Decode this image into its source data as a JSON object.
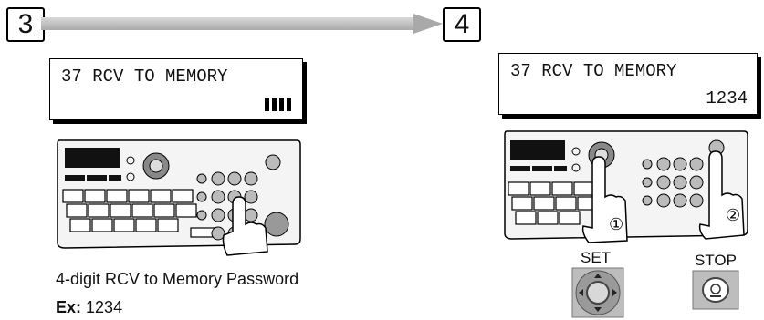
{
  "steps": [
    {
      "number": "3",
      "display": {
        "line1": "37 RCV TO MEMORY",
        "password_blocks": 4
      },
      "caption": "4-digit RCV to Memory Password",
      "example_label": "Ex:",
      "example_value": "1234"
    },
    {
      "number": "4",
      "display": {
        "line1": "37 RCV TO MEMORY",
        "line2": "1234"
      },
      "callouts": [
        "①",
        "②"
      ],
      "buttons": {
        "set_label": "SET",
        "stop_label": "STOP"
      }
    }
  ]
}
